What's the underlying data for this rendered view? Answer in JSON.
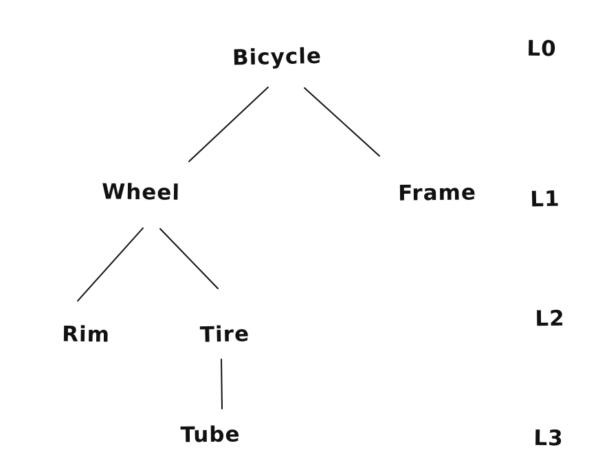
{
  "diagram": {
    "type": "tree",
    "background_color": "#ffffff",
    "ink_color": "#111111",
    "nodes": [
      {
        "id": "bicycle",
        "label": "Bicycle",
        "level": 0
      },
      {
        "id": "wheel",
        "label": "Wheel",
        "level": 1
      },
      {
        "id": "frame",
        "label": "Frame",
        "level": 1
      },
      {
        "id": "rim",
        "label": "Rim",
        "level": 2
      },
      {
        "id": "tire",
        "label": "Tire",
        "level": 2
      },
      {
        "id": "tube",
        "label": "Tube",
        "level": 3
      }
    ],
    "edges": [
      {
        "from": "bicycle",
        "to": "wheel"
      },
      {
        "from": "bicycle",
        "to": "frame"
      },
      {
        "from": "wheel",
        "to": "rim"
      },
      {
        "from": "wheel",
        "to": "tire"
      },
      {
        "from": "tire",
        "to": "tube"
      }
    ],
    "level_labels": [
      {
        "label": "L0"
      },
      {
        "label": "L1"
      },
      {
        "label": "L2"
      },
      {
        "label": "L3"
      }
    ]
  }
}
